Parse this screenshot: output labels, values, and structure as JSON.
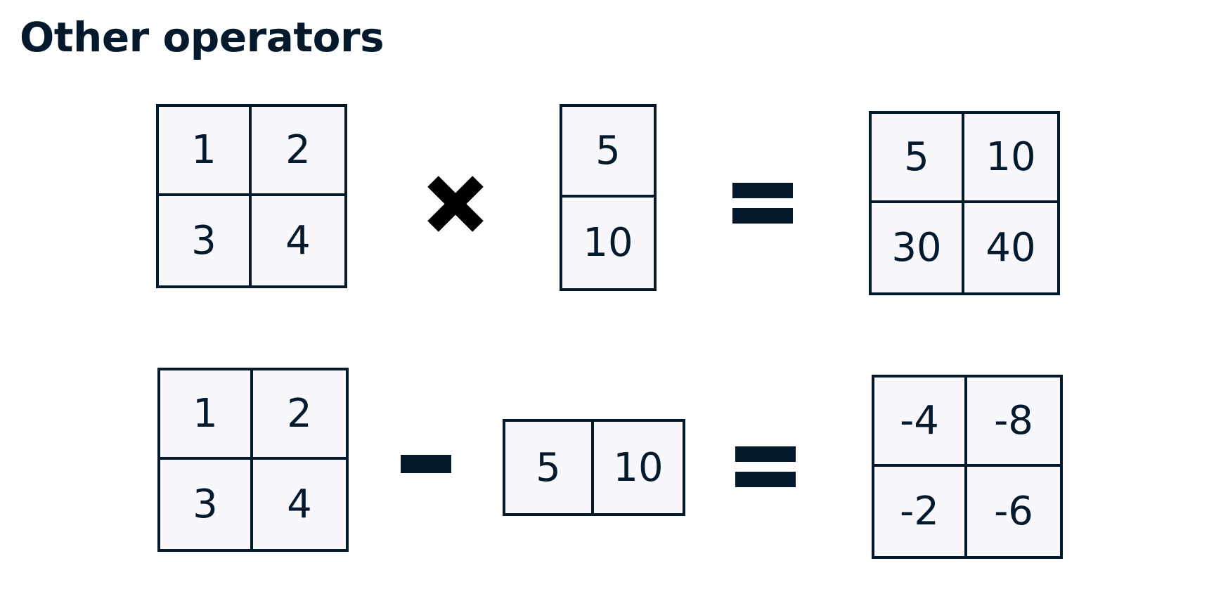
{
  "title": "Other operators",
  "rows": [
    {
      "left": [
        "1",
        "2",
        "3",
        "4"
      ],
      "operator": "multiply",
      "right": [
        "5",
        "10"
      ],
      "result": [
        "5",
        "10",
        "30",
        "40"
      ]
    },
    {
      "left": [
        "1",
        "2",
        "3",
        "4"
      ],
      "operator": "subtract",
      "right": [
        "5",
        "10"
      ],
      "result": [
        "-4",
        "-8",
        "-2",
        "-6"
      ]
    }
  ],
  "colors": {
    "ink": "#05192d",
    "cell_fill": "#f7f7fc"
  },
  "icons": [
    "multiply-icon",
    "minus-icon",
    "equals-icon"
  ]
}
